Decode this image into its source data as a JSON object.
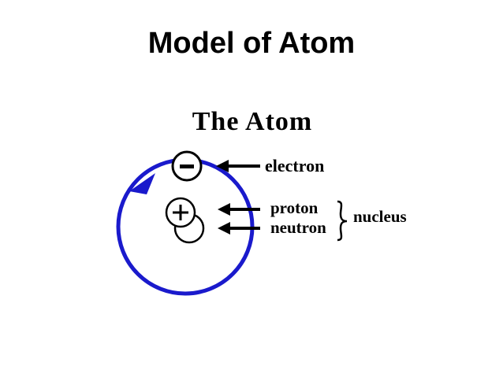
{
  "slide": {
    "title": "Model of Atom"
  },
  "diagram": {
    "heading": "The Atom",
    "labels": {
      "electron": "electron",
      "proton": "proton",
      "neutron": "neutron",
      "nucleus": "nucleus"
    },
    "symbols": {
      "electron_sign": "−",
      "proton_sign": "+"
    },
    "colors": {
      "orbit": "#1a1acc",
      "ink": "#000000"
    }
  }
}
